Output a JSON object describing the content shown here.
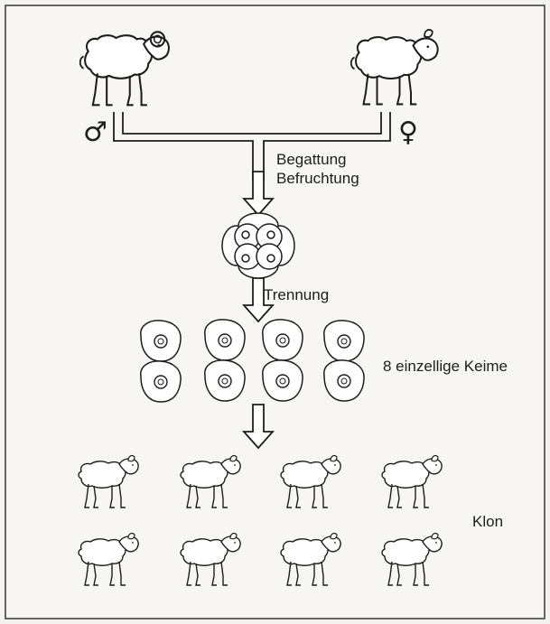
{
  "labels": {
    "mating": "Begattung",
    "fertilization": "Befruchtung",
    "separation": "Trennung",
    "embryos": "8 einzellige Keime",
    "clone": "Klon"
  },
  "symbols": {
    "male": "♂",
    "female": "♀"
  },
  "icons": {
    "parent_male": "ram-icon",
    "parent_female": "ewe-icon",
    "embryo": "eight-cell-embryo-icon",
    "single_cell": "single-cell-icon",
    "offspring": "lamb-icon"
  },
  "counts": {
    "single_cells": 8,
    "clone_lambs": 8
  },
  "colors": {
    "ink": "#1d1d1d",
    "paper": "#f4f3ef",
    "fill": "#ffffff"
  }
}
